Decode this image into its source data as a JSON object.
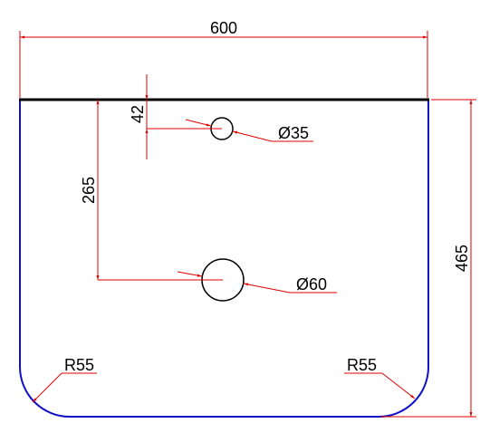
{
  "colors": {
    "outline": "#1010c8",
    "top_edge": "#000000",
    "dimension": "#e00000",
    "hole": "#000000",
    "text": "#000000"
  },
  "dimensions": {
    "overall_width": "600",
    "overall_height": "465",
    "hole_offset_top": "42",
    "hole_spacing": "265",
    "small_hole_diameter": "Ø35",
    "large_hole_diameter": "Ø60",
    "corner_radius_left": "R55",
    "corner_radius_right": "R55"
  }
}
